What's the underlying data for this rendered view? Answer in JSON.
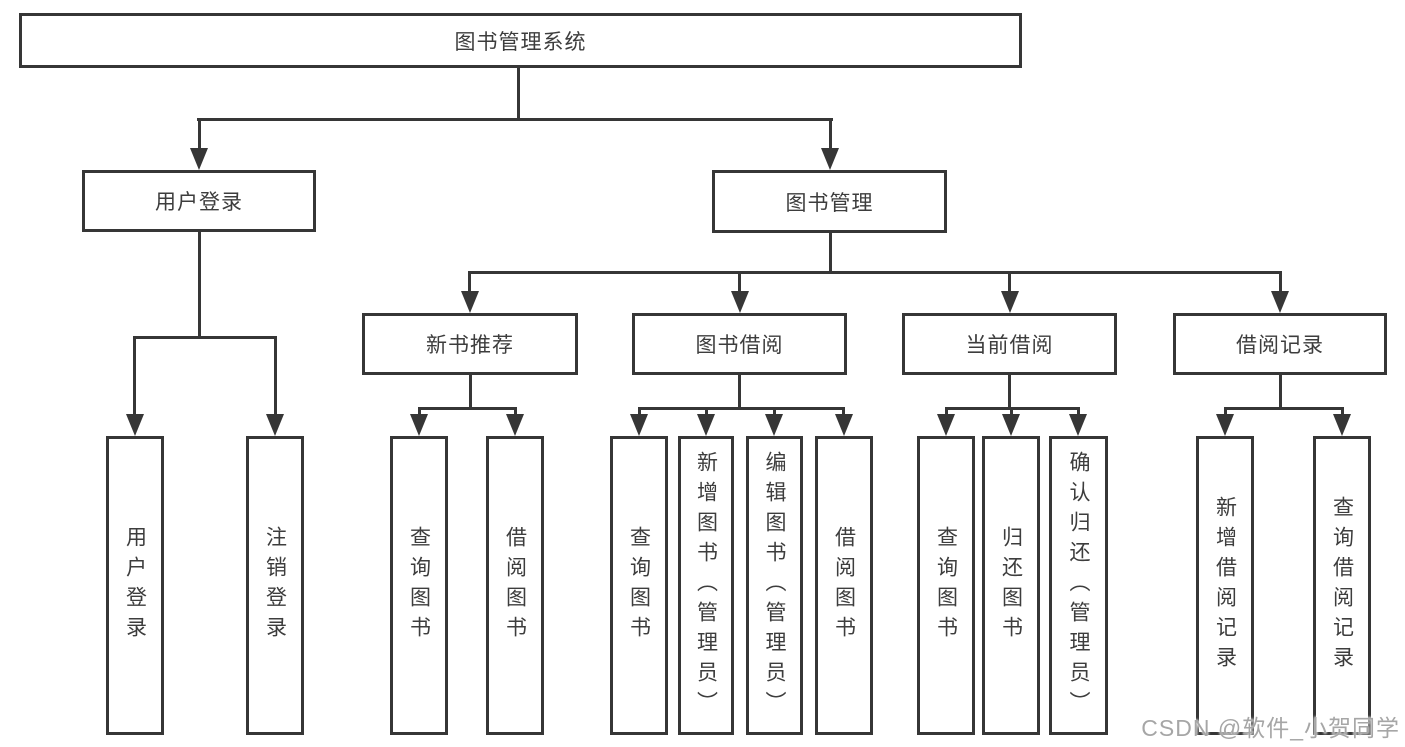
{
  "diagram": {
    "root": {
      "label": "图书管理系统"
    },
    "level2": [
      {
        "label": "用户登录",
        "children": [
          {
            "label": "用户登录"
          },
          {
            "label": "注销登录"
          }
        ]
      },
      {
        "label": "图书管理",
        "children": [
          {
            "label": "新书推荐",
            "children": [
              {
                "label": "查询图书"
              },
              {
                "label": "借阅图书"
              }
            ]
          },
          {
            "label": "图书借阅",
            "children": [
              {
                "label": "查询图书"
              },
              {
                "label": "新增图书（管理员）"
              },
              {
                "label": "编辑图书（管理员）"
              },
              {
                "label": "借阅图书"
              }
            ]
          },
          {
            "label": "当前借阅",
            "children": [
              {
                "label": "查询图书"
              },
              {
                "label": "归还图书"
              },
              {
                "label": "确认归还（管理员）"
              }
            ]
          },
          {
            "label": "借阅记录",
            "children": [
              {
                "label": "新增借阅记录"
              },
              {
                "label": "查询借阅记录"
              }
            ]
          }
        ]
      }
    ]
  },
  "watermark": {
    "text": "CSDN @软件_小贺同学"
  },
  "colors": {
    "line": "#363636",
    "text": "#3d3d3d",
    "background": "#ffffff",
    "watermark": "#a6a6a6"
  }
}
